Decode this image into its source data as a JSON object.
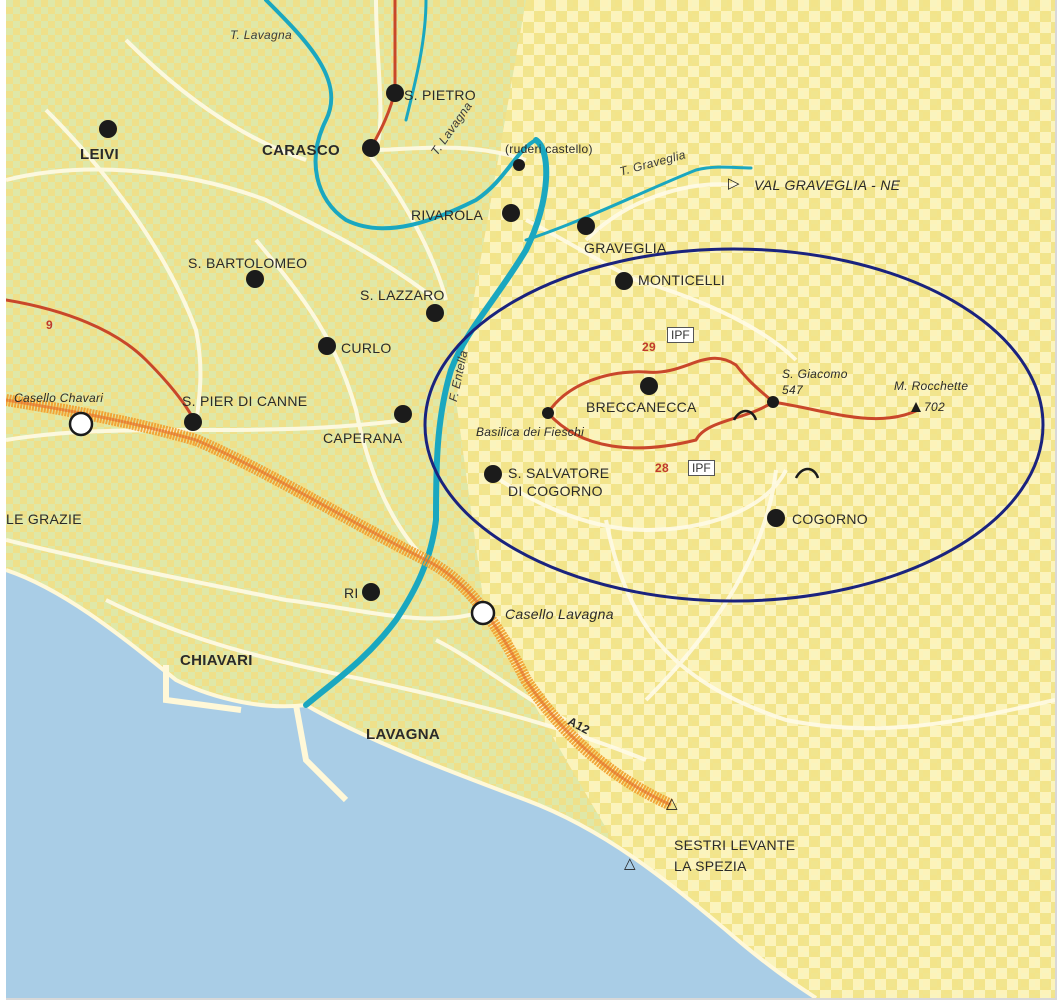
{
  "map": {
    "towns": {
      "s_pietro": "S. PIETRO",
      "leivi": "LEIVI",
      "carasco": "CARASCO",
      "ruderi": "(ruderi castello)",
      "rivarola": "RIVAROLA",
      "graveglia": "GRAVEGLIA",
      "val_graveglia": "VAL GRAVEGLIA - NE",
      "monticelli": "MONTICELLI",
      "s_bartolomeo": "S. BARTOLOMEO",
      "s_lazzaro": "S. LAZZARO",
      "curlo": "CURLO",
      "s_pier_di_canne": "S. PIER DI CANNE",
      "caperana": "CAPERANA",
      "breccanecca": "BRECCANECCA",
      "basilica": "Basilica dei Fieschi",
      "s_giacomo": "S. Giacomo",
      "s_giacomo_alt": "547",
      "m_rocchette": "M. Rocchette",
      "m_rocchette_alt": "702",
      "s_salvatore_1": "S. SALVATORE",
      "s_salvatore_2": "DI COGORNO",
      "cogorno": "COGORNO",
      "le_grazie": "LE GRAZIE",
      "casello_chavari": "Casello Chavari",
      "casello_lavagna": "Casello Lavagna",
      "ri": "RI",
      "chiavari": "CHIAVARI",
      "lavagna": "LAVAGNA",
      "sestri_1": "SESTRI LEVANTE",
      "sestri_2": "LA SPEZIA"
    },
    "rivers": {
      "t_lavagna_top": "T. Lavagna",
      "t_lavagna_mid": "T. Lavagna",
      "t_graveglia": "T. Graveglia",
      "f_entella": "F. Entella"
    },
    "roads": {
      "route_9": "9",
      "route_29": "29",
      "route_28": "28",
      "ipf_1": "IPF",
      "ipf_2": "IPF",
      "a12": "A12"
    },
    "colors": {
      "sea": "#a9cde6",
      "land": "#f4e58a",
      "checker": "#fff6c2",
      "river": "#1aa7c0",
      "trail": "#c9472a",
      "highway": "#f0a030",
      "ellipse": "#1a237e"
    }
  }
}
